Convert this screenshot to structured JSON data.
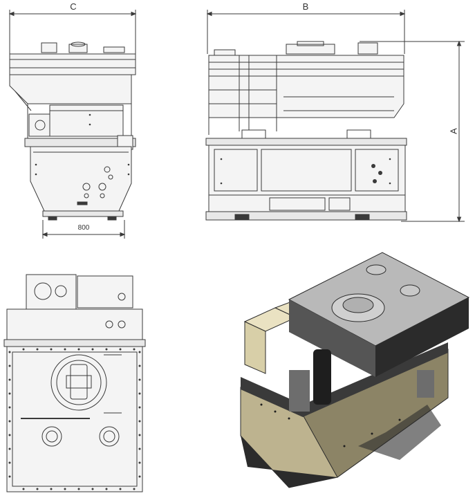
{
  "dimensions": {
    "c_label": "C",
    "b_label": "B",
    "a_label": "A",
    "width_value": "800"
  },
  "colors": {
    "line": "#3a3a3a",
    "panel_fill": "#f4f4f4",
    "khaki": "#bdb38f",
    "khaki_dark": "#8c8466",
    "cream": "#eae2c2",
    "iso_top": "#b9b9b9",
    "iso_dark": "#2b2b2b"
  }
}
